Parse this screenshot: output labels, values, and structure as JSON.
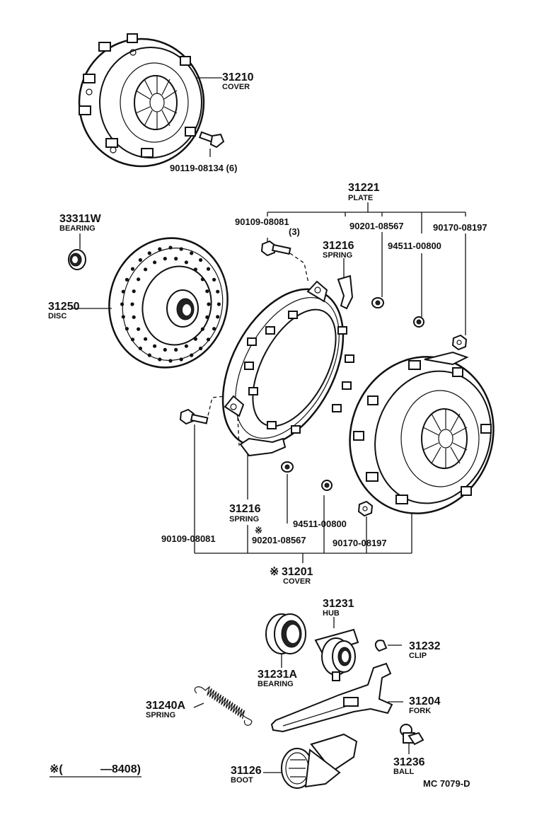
{
  "parts": [
    {
      "id": "p31210",
      "number": "31210",
      "name": "COVER"
    },
    {
      "id": "p90119",
      "number": "90119-08134 (6)",
      "name": ""
    },
    {
      "id": "p31221",
      "number": "31221",
      "name": "PLATE"
    },
    {
      "id": "p33311",
      "number": "33311W",
      "name": "BEARING"
    },
    {
      "id": "p90109a",
      "number": "90109-08081",
      "name": "(3)"
    },
    {
      "id": "p31216a",
      "number": "31216",
      "name": "SPRING"
    },
    {
      "id": "p90201a",
      "number": "90201-08567",
      "name": ""
    },
    {
      "id": "p94511a",
      "number": "94511-00800",
      "name": ""
    },
    {
      "id": "p90170a",
      "number": "90170-08197",
      "name": ""
    },
    {
      "id": "p31250",
      "number": "31250",
      "name": "DISC"
    },
    {
      "id": "p31216b",
      "number": "31216",
      "name": "SPRING"
    },
    {
      "id": "p94511b",
      "number": "94511-00800",
      "name": ""
    },
    {
      "id": "p90109b",
      "number": "90109-08081",
      "name": ""
    },
    {
      "id": "p90201b",
      "number": "90201-08567",
      "name": ""
    },
    {
      "id": "p90170b",
      "number": "90170-08197",
      "name": ""
    },
    {
      "id": "p31201",
      "number": "31201",
      "name": "COVER"
    },
    {
      "id": "p31231",
      "number": "31231",
      "name": "HUB"
    },
    {
      "id": "p31232",
      "number": "31232",
      "name": "CLIP"
    },
    {
      "id": "p31231A",
      "number": "31231A",
      "name": "BEARING"
    },
    {
      "id": "p31240A",
      "number": "31240A",
      "name": "SPRING"
    },
    {
      "id": "p31204",
      "number": "31204",
      "name": "FORK"
    },
    {
      "id": "p31126",
      "number": "31126",
      "name": "BOOT"
    },
    {
      "id": "p31236",
      "number": "31236",
      "name": "BALL"
    }
  ],
  "asterisk_mark": "※",
  "footnote": {
    "mark": "※(",
    "range": "—8408)"
  },
  "catalog_code": "MC  7079-D"
}
